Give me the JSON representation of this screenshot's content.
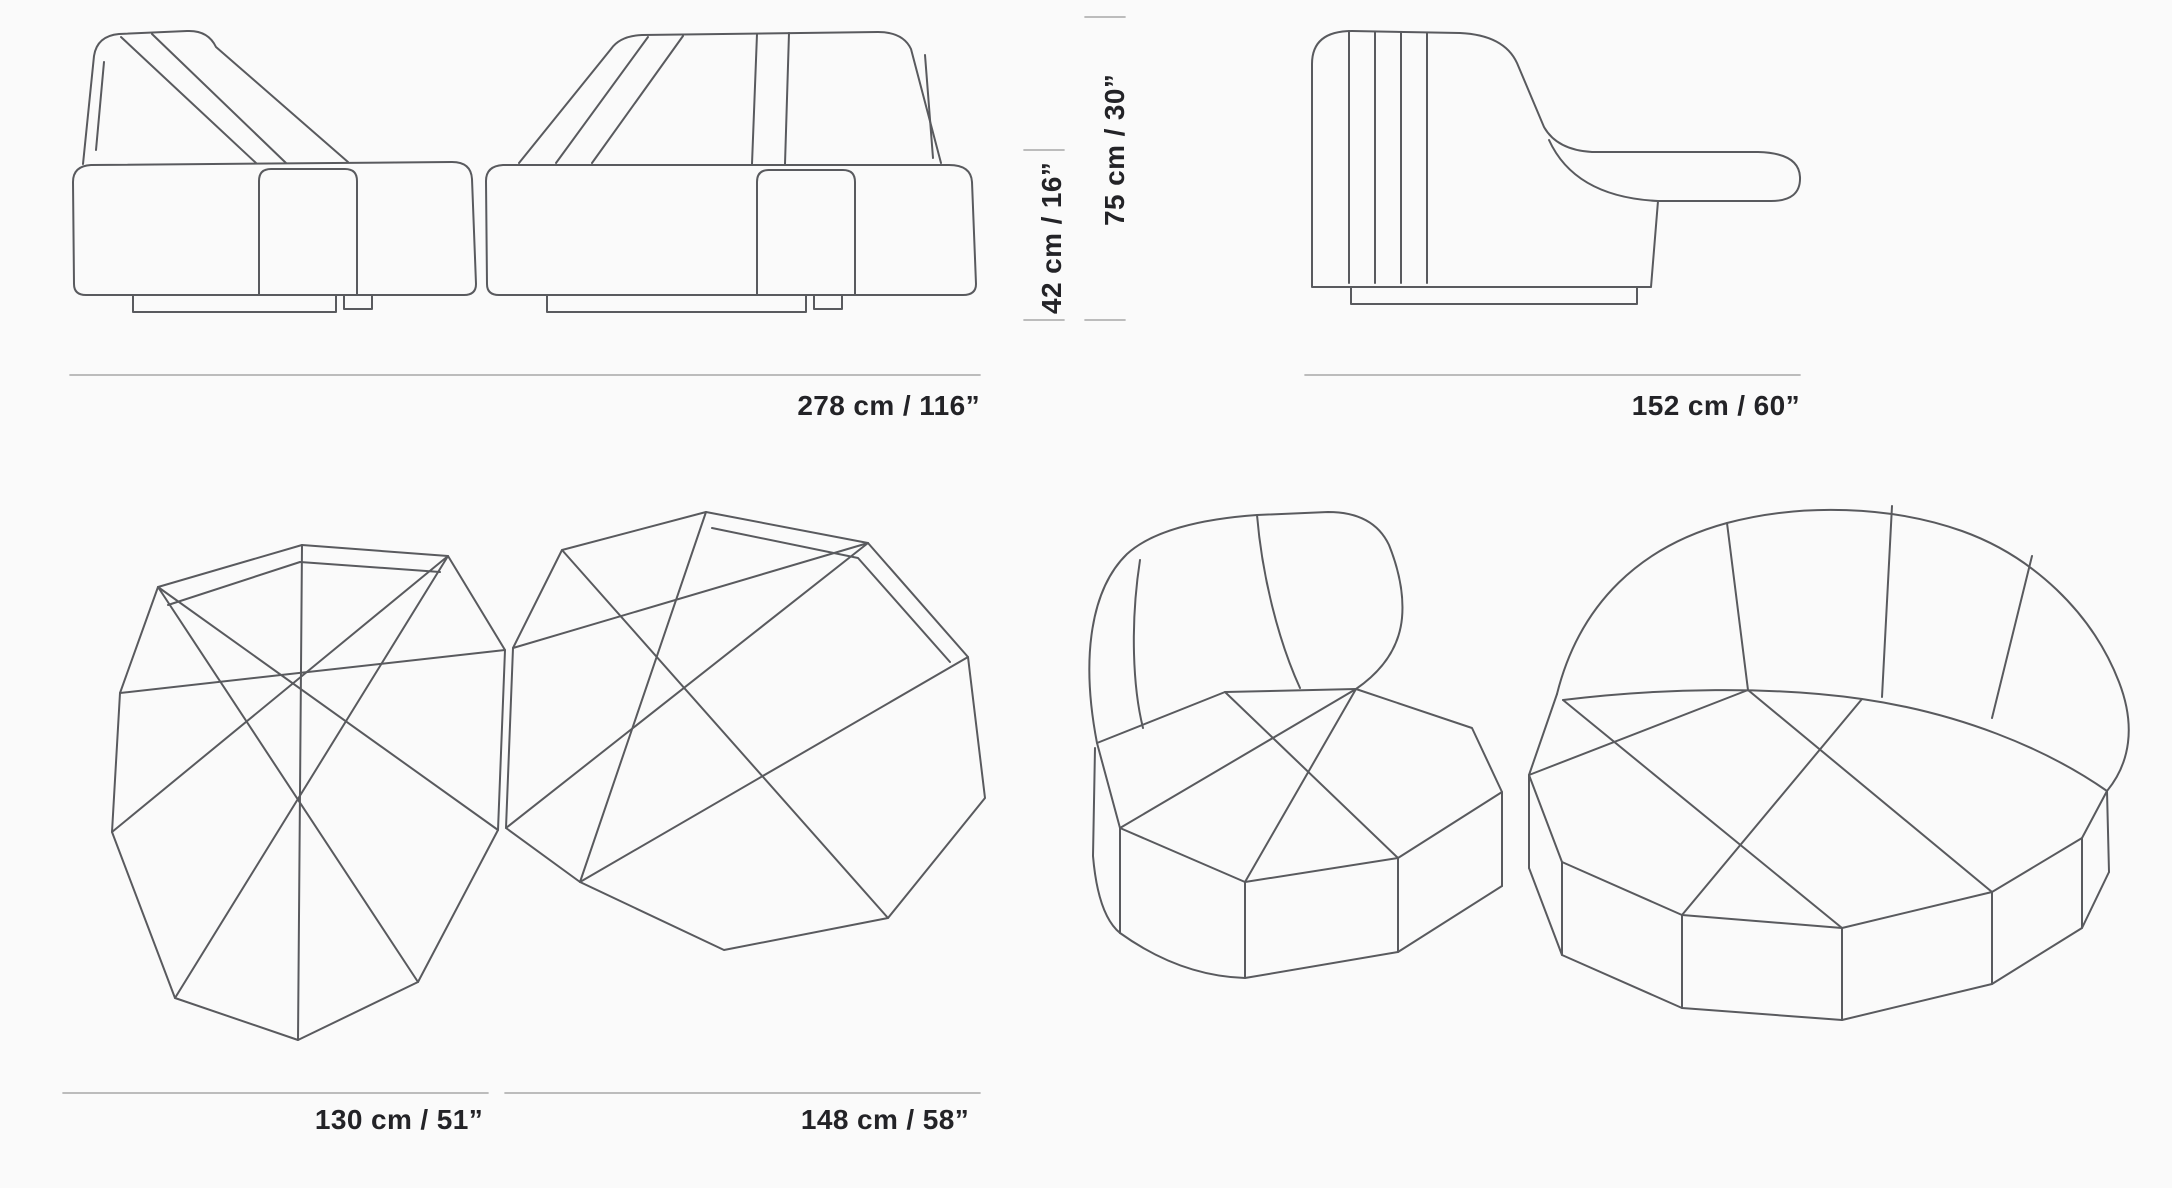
{
  "page": {
    "background_color": "#fafafa",
    "line_color": "#595a5e",
    "dimension_line_color": "#b3b3b3",
    "text_color": "#232327"
  },
  "views": {
    "front_elevation": "modular sofa front view",
    "side_elevation": "modular sofa side view",
    "top_plan": "modular sofa top view",
    "perspective": "modular sofa perspective view"
  },
  "dimensions": {
    "front_width": "278 cm / 116”",
    "side_depth": "152 cm / 60”",
    "seat_height": "42 cm / 16”",
    "overall_height": "75 cm / 30”",
    "plan_left_width": "130 cm / 51”",
    "plan_right_width": "148 cm / 58”"
  }
}
